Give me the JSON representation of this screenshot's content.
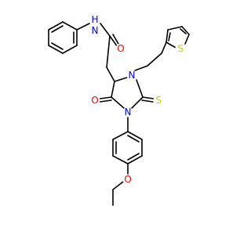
{
  "molecule": {
    "atoms": [
      {
        "id": "O_amide",
        "text": "O",
        "color": "#ff0000"
      },
      {
        "id": "N_amide",
        "text": "N",
        "color": "#0000ff"
      },
      {
        "id": "H_amide",
        "text": "H",
        "color": "#0000ff"
      },
      {
        "id": "S_thio",
        "text": "S",
        "color": "#cccc00"
      },
      {
        "id": "N_ring3",
        "text": "N",
        "color": "#0000ff"
      },
      {
        "id": "O_ketone",
        "text": "O",
        "color": "#ff0000"
      },
      {
        "id": "S_thione",
        "text": "S",
        "color": "#cccc00"
      },
      {
        "id": "N_ring1",
        "text": "N",
        "color": "#0000ff"
      },
      {
        "id": "O_ether",
        "text": "O",
        "color": "#ff0000"
      }
    ]
  }
}
